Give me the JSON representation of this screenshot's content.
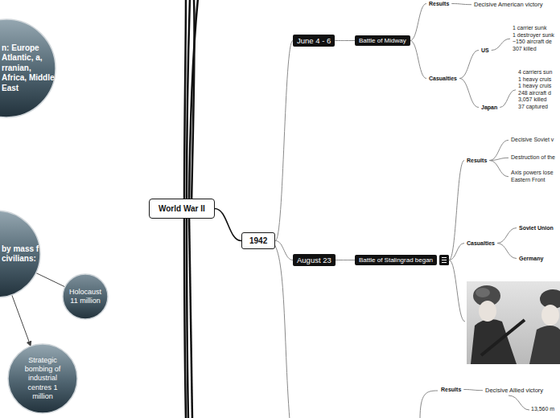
{
  "diagram": {
    "nodes": [
      {
        "text": [
          "n: Europe Atlantic, a, rranian, Africa, Middle East"
        ]
      },
      {
        "text": [
          "by mass f civilians:"
        ]
      },
      {
        "text": [
          "Holocaust 11 million"
        ]
      },
      {
        "text": [
          "Strategic bombing of industrial centres 1 million"
        ]
      },
      {
        "text": [
          "World War II"
        ]
      },
      {
        "text": [
          "1942"
        ]
      },
      {
        "text": [
          "June 4 - 6"
        ]
      },
      {
        "text": [
          "Battle of Midway"
        ]
      },
      {
        "text": [
          "Results"
        ]
      },
      {
        "text": [
          "Decisive American victory"
        ]
      },
      {
        "text": [
          "Casualties"
        ]
      },
      {
        "text": [
          "US"
        ]
      },
      {
        "text": [
          "1 carrier sunk",
          "1 destroyer sunk",
          "~150 aircraft de",
          "307 killed"
        ]
      },
      {
        "text": [
          "Japan"
        ]
      },
      {
        "text": [
          "4 carriers sun",
          "1 heavy cruis",
          "1 heavy cruis",
          "248 aircraft d",
          "3,057 killed",
          "37 captured"
        ]
      },
      {
        "text": [
          "August 23"
        ]
      },
      {
        "text": [
          "Battle of Stalingrad began"
        ]
      },
      {
        "text": [
          "Results"
        ]
      },
      {
        "text": [
          "Decisive Soviet v"
        ]
      },
      {
        "text": [
          "Destruction of the"
        ]
      },
      {
        "text": [
          "Axis powers lose Eastern Front"
        ]
      },
      {
        "text": [
          "Casualties"
        ]
      },
      {
        "text": [
          "Soviet Union"
        ]
      },
      {
        "text": [
          "Germany"
        ]
      },
      {
        "text": [
          "Results"
        ]
      },
      {
        "text": [
          "Decisive Allied victory"
        ]
      }
    ],
    "edges": [
      {
        "from": 1,
        "to": 2,
        "arrow": "none"
      },
      {
        "from": 1,
        "to": 3,
        "arrow": "to"
      },
      {
        "from": 4,
        "to": 5,
        "arrow": "none"
      },
      {
        "from": 5,
        "to": 6,
        "arrow": "none"
      },
      {
        "from": 5,
        "to": 15,
        "arrow": "none"
      },
      {
        "from": 6,
        "to": 7,
        "arrow": "none"
      },
      {
        "from": 7,
        "to": 8,
        "arrow": "none"
      },
      {
        "from": 8,
        "to": 9,
        "arrow": "none"
      },
      {
        "from": 7,
        "to": 10,
        "arrow": "none"
      },
      {
        "from": 10,
        "to": 11,
        "arrow": "none"
      },
      {
        "from": 11,
        "to": 12,
        "arrow": "none"
      },
      {
        "from": 10,
        "to": 13,
        "arrow": "none"
      },
      {
        "from": 13,
        "to": 14,
        "arrow": "none"
      },
      {
        "from": 15,
        "to": 16,
        "arrow": "none"
      },
      {
        "from": 16,
        "to": 17,
        "arrow": "none"
      },
      {
        "from": 17,
        "to": 18,
        "arrow": "none"
      },
      {
        "from": 17,
        "to": 19,
        "arrow": "none"
      },
      {
        "from": 17,
        "to": 20,
        "arrow": "none"
      },
      {
        "from": 16,
        "to": 21,
        "arrow": "none"
      },
      {
        "from": 21,
        "to": 22,
        "arrow": "none"
      },
      {
        "from": 21,
        "to": 23,
        "arrow": "none"
      },
      {
        "from": 24,
        "to": 25,
        "arrow": "none"
      }
    ],
    "labels": [
      "13,560 m"
    ]
  }
}
